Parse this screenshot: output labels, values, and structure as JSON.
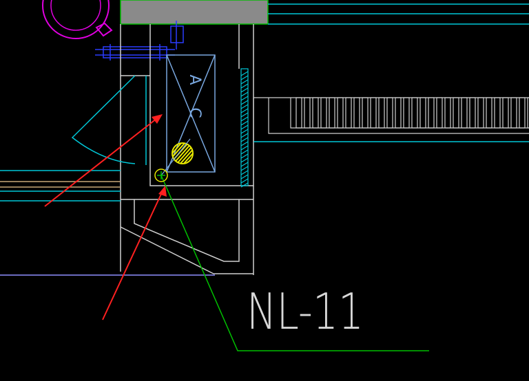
{
  "drawing": {
    "unit_label_ac_a": "A",
    "unit_label_ac_c": "C",
    "callout_label": "NL-11"
  },
  "colors": {
    "background": "#000000",
    "wall": "#d0d0d0",
    "cyan": "#00c8d8",
    "blue": "#2a3cff",
    "magenta": "#e000e0",
    "green": "#00c000",
    "yellow": "#e8e800",
    "arrow": "#ff2020",
    "tan": "#c8a878",
    "lightblue": "#9090ff",
    "fill_gray": "#8a8a8a",
    "ac_box": "#7aa8e0"
  },
  "icons": {
    "floor_drain": "circle-drain-icon",
    "ac_unit": "ac-unit-icon",
    "pipe_hatch": "hatched-circle-icon"
  }
}
